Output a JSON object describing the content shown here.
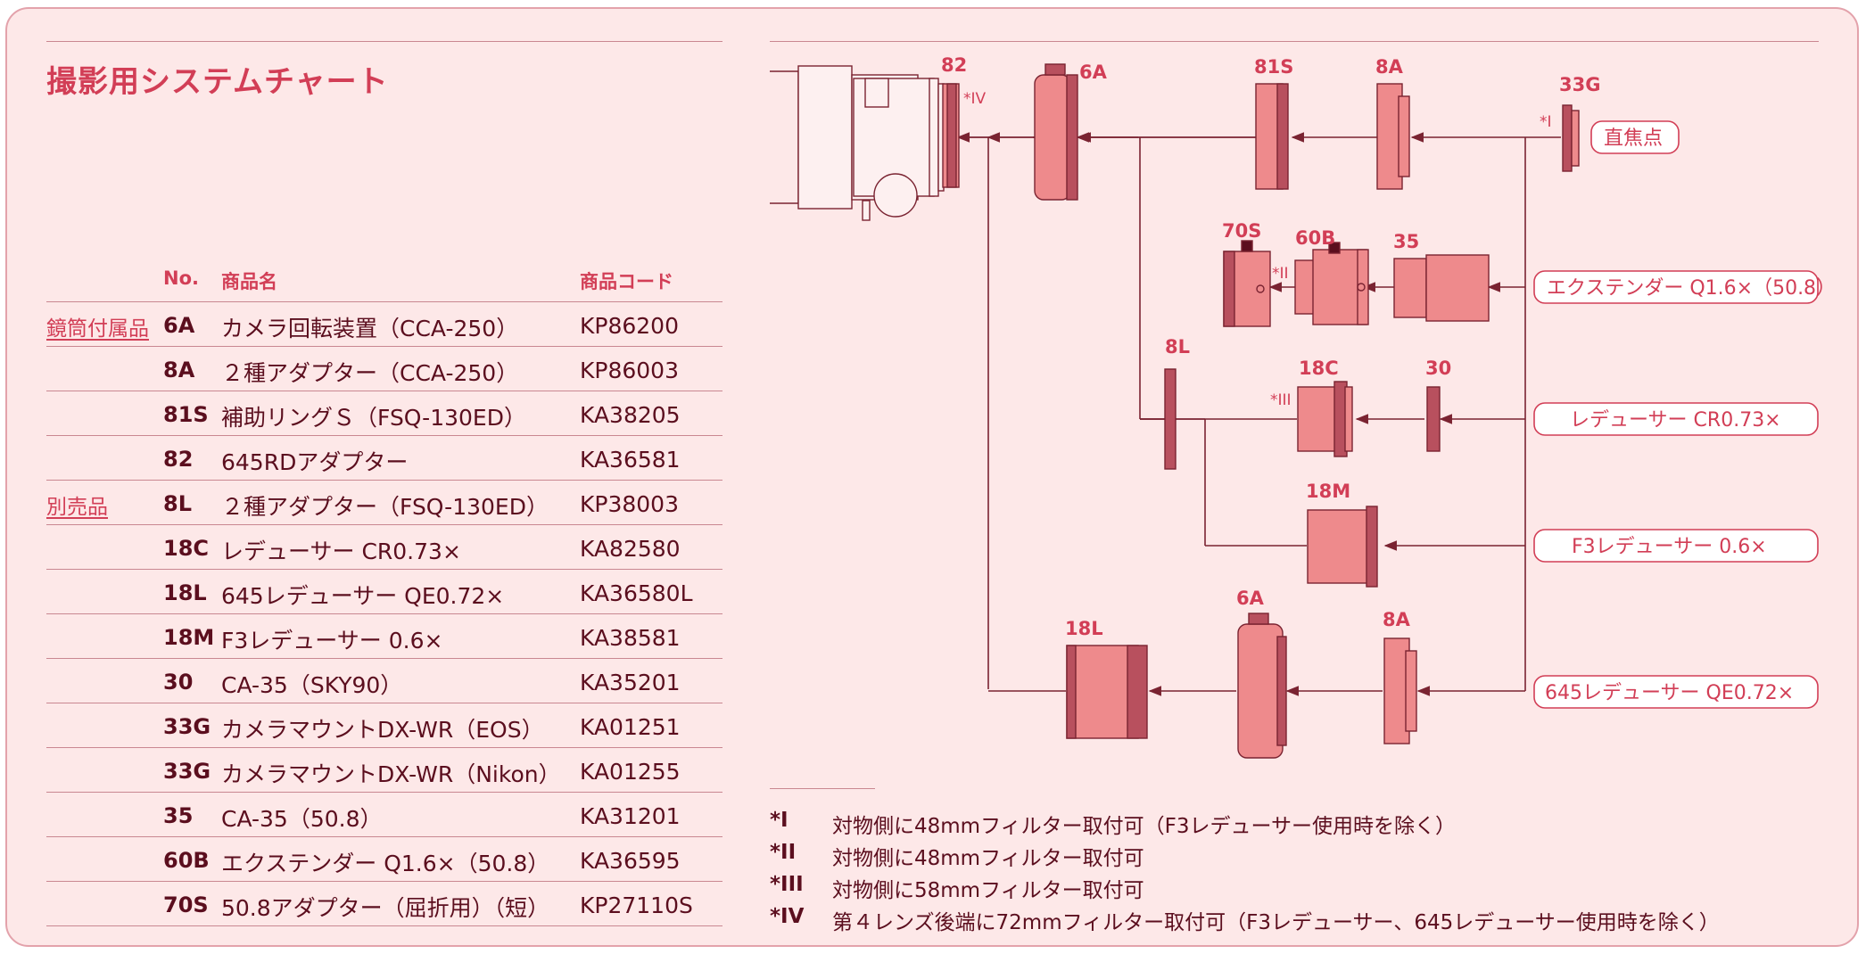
{
  "title": "撮影用システムチャート",
  "table": {
    "headers": {
      "no": "No.",
      "name": "商品名",
      "code": "商品コード"
    },
    "rows": [
      {
        "category": "鏡筒付属品",
        "no": "6A",
        "name": "カメラ回転装置（CCA-250）",
        "code": "KP86200"
      },
      {
        "category": "",
        "no": "8A",
        "name": "２種アダプター（CCA-250）",
        "code": "KP86003"
      },
      {
        "category": "",
        "no": "81S",
        "name": "補助リングＳ（FSQ-130ED）",
        "code": "KA38205"
      },
      {
        "category": "",
        "no": "82",
        "name": "645RDアダプター",
        "code": "KA36581"
      },
      {
        "category": "別売品",
        "no": "8L",
        "name": "２種アダプター（FSQ-130ED）",
        "code": "KP38003"
      },
      {
        "category": "",
        "no": "18C",
        "name": "レデューサー CR0.73×",
        "code": "KA82580"
      },
      {
        "category": "",
        "no": "18L",
        "name": "645レデューサー QE0.72×",
        "code": "KA36580L"
      },
      {
        "category": "",
        "no": "18M",
        "name": "F3レデューサー 0.6×",
        "code": "KA38581"
      },
      {
        "category": "",
        "no": "30",
        "name": "CA-35（SKY90）",
        "code": "KA35201"
      },
      {
        "category": "",
        "no": "33G",
        "name": "カメラマウントDX-WR（EOS）",
        "code": "KA01251"
      },
      {
        "category": "",
        "no": "33G",
        "name": "カメラマウントDX-WR（Nikon）",
        "code": "KA01255"
      },
      {
        "category": "",
        "no": "35",
        "name": "CA-35（50.8）",
        "code": "KA31201"
      },
      {
        "category": "",
        "no": "60B",
        "name": "エクステンダー Q1.6×（50.8）",
        "code": "KA36595"
      },
      {
        "category": "",
        "no": "70S",
        "name": "50.8アダプター（屈折用）（短）",
        "code": "KP27110S"
      }
    ]
  },
  "diagram": {
    "part_labels": {
      "p82": "82",
      "p6a_top": "6A",
      "p81s": "81S",
      "p8a_top": "8A",
      "p33g": "33G",
      "p70s": "70S",
      "p60b": "60B",
      "p35": "35",
      "p8l": "8L",
      "p18c": "18C",
      "p30": "30",
      "p18m": "18M",
      "p18l": "18L",
      "p6a_bot": "6A",
      "p8a_bot": "8A"
    },
    "star_labels": {
      "s_iv": "*IV",
      "s_i": "*I",
      "s_ii": "*II",
      "s_iii": "*III"
    },
    "route_boxes": {
      "direct": "直焦点",
      "extender": "エクステンダー Q1.6×（50.8）",
      "reducer": "レデューサー CR0.73×",
      "f3": "F3レデューサー 0.6×",
      "r645": "645レデューサー QE0.72×"
    }
  },
  "notes": [
    {
      "mark": "*I",
      "text": "対物側に48mmフィルター取付可（F3レデューサー使用時を除く）"
    },
    {
      "mark": "*II",
      "text": "対物側に48mmフィルター取付可"
    },
    {
      "mark": "*III",
      "text": "対物側に58mmフィルター取付可"
    },
    {
      "mark": "*IV",
      "text": "第４レンズ後端に72mmフィルター取付可（F3レデューサー、645レデューサー使用時を除く）"
    }
  ],
  "colors": {
    "accent": "#d23e56",
    "part_fill": "#ee8a8c",
    "line": "#7a2331",
    "background": "#fde8e8"
  }
}
